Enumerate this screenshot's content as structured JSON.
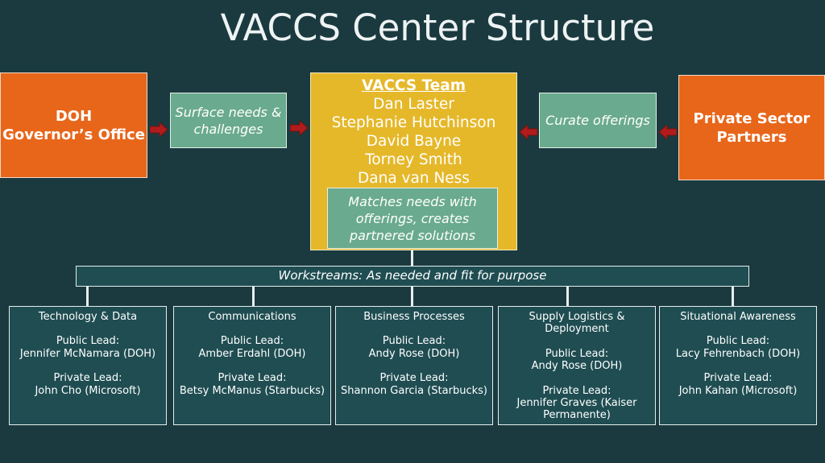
{
  "title": "VACCS Center Structure",
  "left_box": {
    "line1": "DOH",
    "line2": "Governor’s Office"
  },
  "right_box": {
    "line1": "Private Sector",
    "line2": "Partners"
  },
  "surface_box": {
    "line1": "Surface  needs &",
    "line2": "challenges"
  },
  "curate_box": {
    "text": "Curate offerings"
  },
  "team": {
    "title": "VACCS Team",
    "members": [
      "Dan Laster",
      "Stephanie Hutchinson",
      "David Bayne",
      "Torney Smith",
      "Dana van Ness"
    ]
  },
  "matches_box": {
    "line1": "Matches needs with",
    "line2": "offerings, creates",
    "line3": "partnered solutions"
  },
  "workstreams_label": "Workstreams: As needed and fit for purpose",
  "workstreams": [
    {
      "name": "Technology & Data",
      "public_label": "Public Lead:",
      "public_lead": "Jennifer McNamara (DOH)",
      "private_label": "Private Lead:",
      "private_lead": "John Cho (Microsoft)"
    },
    {
      "name": "Communications",
      "public_label": "Public Lead:",
      "public_lead": "Amber Erdahl (DOH)",
      "private_label": "Private Lead:",
      "private_lead": "Betsy McManus (Starbucks)"
    },
    {
      "name": "Business Processes",
      "public_label": "Public Lead:",
      "public_lead": "Andy Rose (DOH)",
      "private_label": "Private Lead:",
      "private_lead": "Shannon Garcia (Starbucks)"
    },
    {
      "name": "Supply Logistics &\nDeployment",
      "public_label": "Public Lead:",
      "public_lead": "Andy Rose (DOH)",
      "private_label": "Private Lead:",
      "private_lead": "Jennifer Graves (Kaiser\nPermanente)"
    },
    {
      "name": "Situational Awareness",
      "public_label": "Public Lead:",
      "public_lead": "Lacy Fehrenbach (DOH)",
      "private_label": "Private Lead:",
      "private_lead": "John Kahan (Microsoft)"
    }
  ],
  "colors": {
    "background": "#1a3a3f",
    "orange": "#e8661a",
    "gold": "#e5b82a",
    "green": "#6aaa8e",
    "arrow": "#b01c1c"
  },
  "icons": {
    "arrow": "red-block-arrow"
  }
}
